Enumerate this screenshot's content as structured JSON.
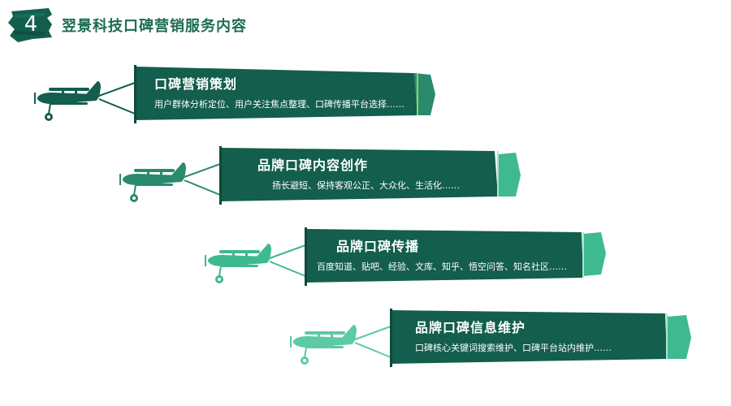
{
  "header": {
    "section_number": "4",
    "title": "翌景科技口碑营销服务内容"
  },
  "colors": {
    "dark_green": "#135e4c",
    "title_green": "#1b6b52",
    "mid_green": "#2a8a6e",
    "light_green": "#3fb98f",
    "pale_green": "#5ccaa3"
  },
  "icons": [
    "biplane-icon",
    "banner-flag-icon",
    "brush-badge-icon"
  ],
  "services": [
    {
      "title": "口碑营销策划",
      "desc": "用户群体分析定位、用户关注焦点整理、口碑传播平台选择……"
    },
    {
      "title": "品牌口碑内容创作",
      "desc": "扬长避短、保持客观公正、大众化、生活化……"
    },
    {
      "title": "品牌口碑传播",
      "desc": "百度知道、贴吧、经验、文库、知乎、悟空问答、知名社区……"
    },
    {
      "title": "品牌口碑信息维护",
      "desc": "口碑核心关键词搜索维护、口碑平台站内维护……"
    }
  ]
}
